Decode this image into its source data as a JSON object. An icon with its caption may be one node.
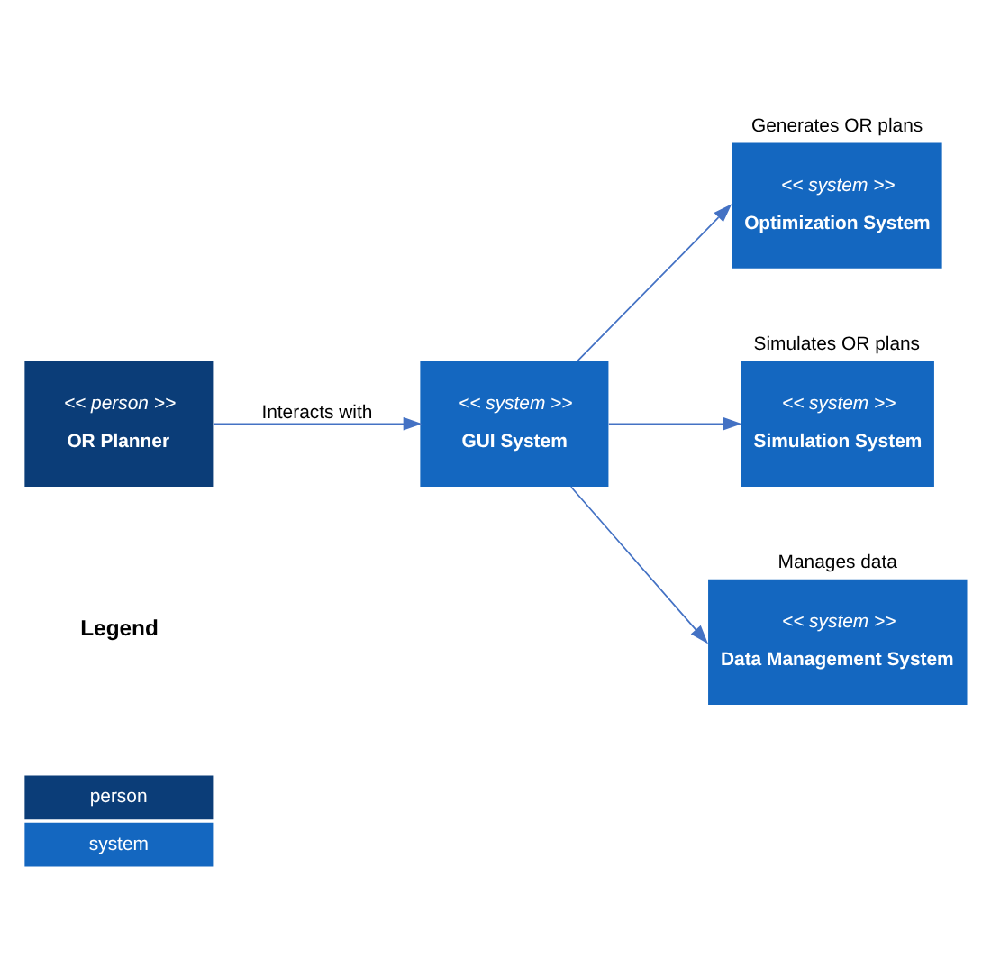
{
  "diagram": {
    "nodes": [
      {
        "text": [
          "<< person >>",
          "OR Planner"
        ]
      },
      {
        "text": [
          "<< system >>",
          "GUI System"
        ]
      },
      {
        "text": [
          "<< system >>",
          "Optimization System"
        ],
        "beside": [
          "Generates OR plans"
        ]
      },
      {
        "text": [
          "<< system >>",
          "Simulation System"
        ],
        "beside": [
          "Simulates OR plans"
        ]
      },
      {
        "text": [
          "<< system >>",
          "Data Management System"
        ],
        "beside": [
          "Manages data"
        ]
      }
    ],
    "edges": [
      {
        "from": 0,
        "to": 1,
        "arrow": "to",
        "label": "Interacts with"
      },
      {
        "from": 1,
        "to": 2,
        "arrow": "to"
      },
      {
        "from": 1,
        "to": 3,
        "arrow": "to"
      },
      {
        "from": 1,
        "to": 4,
        "arrow": "to"
      }
    ],
    "labels": [
      "Legend"
    ],
    "legend": [
      {
        "text": "person",
        "color": "#0b3d78"
      },
      {
        "text": "system",
        "color": "#1467c0"
      }
    ]
  }
}
